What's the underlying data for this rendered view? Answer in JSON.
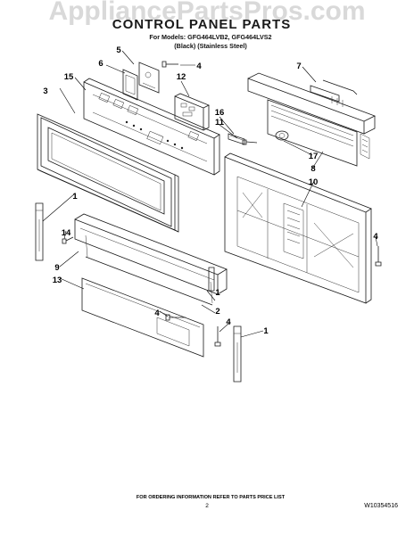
{
  "watermark": "AppliancePartsPros.com",
  "header": {
    "title": "CONTROL PANEL PARTS",
    "models_line": "For Models: GFG464LVB2, GFG464LVS2",
    "variants_line": "(Black)      (Stainless Steel)"
  },
  "callouts": [
    "1",
    "1",
    "1",
    "2",
    "3",
    "4",
    "4",
    "4",
    "4",
    "5",
    "6",
    "7",
    "8",
    "9",
    "10",
    "11",
    "12",
    "13",
    "14",
    "15",
    "16",
    "17"
  ],
  "footer": {
    "ordering_note": "FOR ORDERING INFORMATION REFER TO PARTS PRICE LIST",
    "page_number": "2",
    "document_number": "W10354516"
  }
}
